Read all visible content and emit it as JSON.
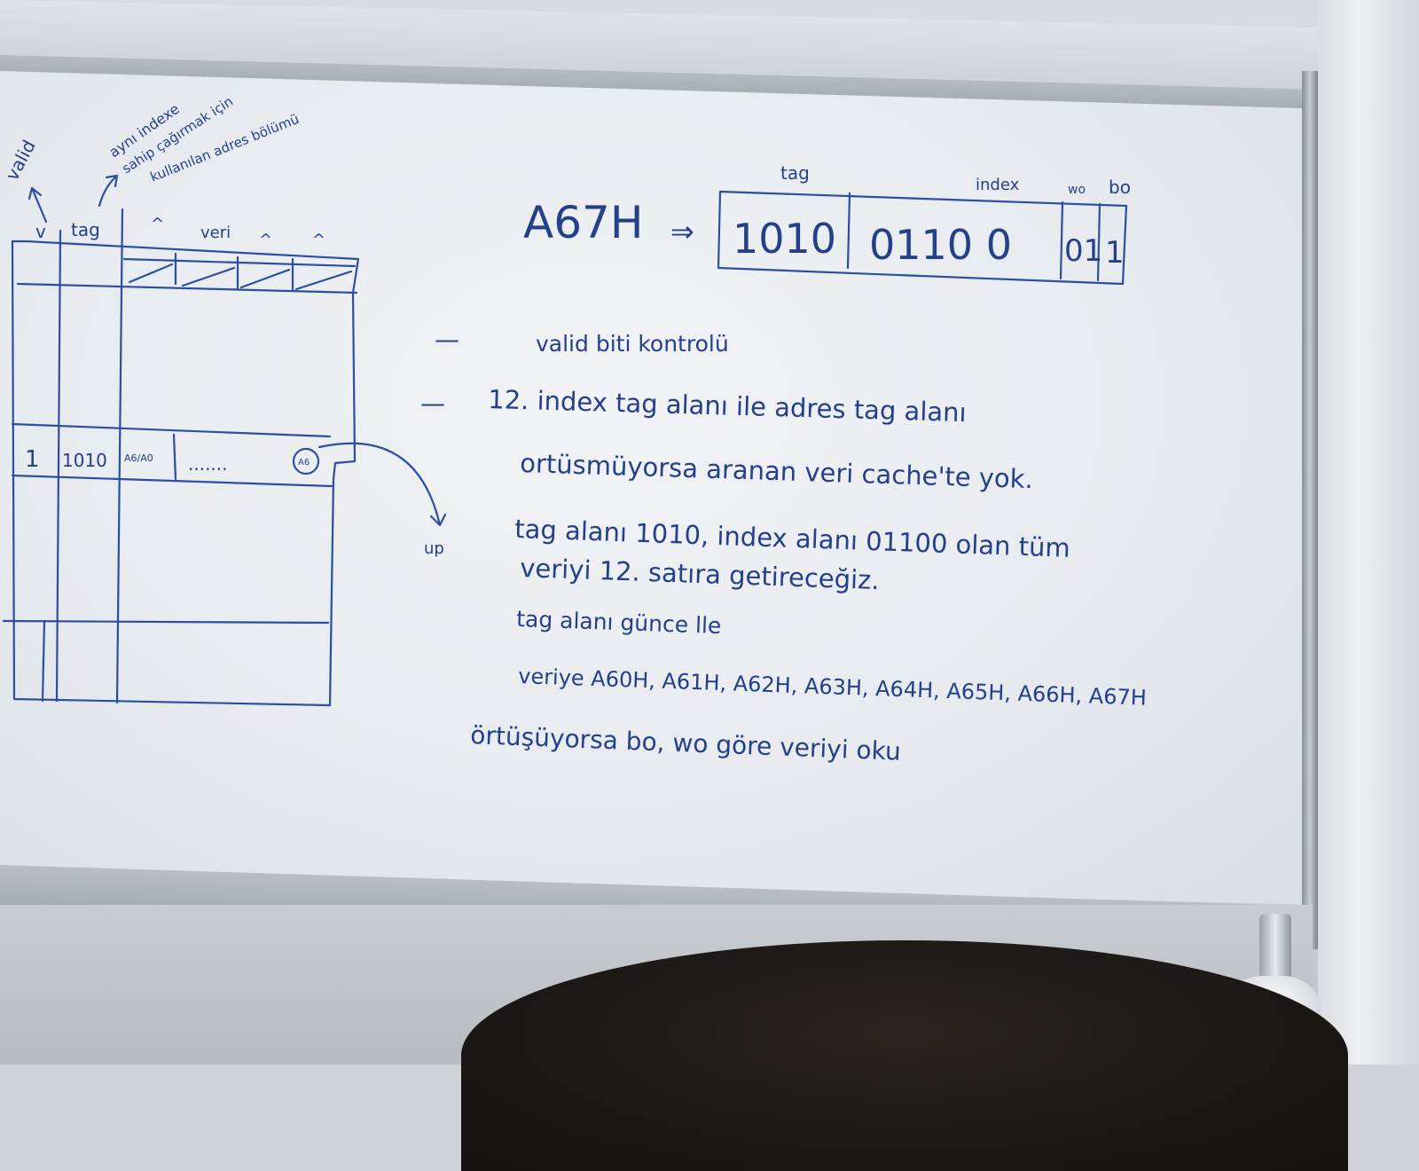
{
  "board": {
    "top_left_annotations": {
      "valid_label": "valid",
      "tag_note_line1": "aynı indexe",
      "tag_note_line2": "sahip çağırmak için",
      "tag_note_line3": "kullanılan adres bölümü"
    },
    "table": {
      "headers": [
        "v",
        "tag",
        "veri"
      ],
      "header_ticks": [
        "^",
        "^",
        "^"
      ],
      "row": {
        "valid": "1",
        "tag": "1010",
        "first_cell": "A6/A0",
        "ellipsis": ".......",
        "last_cell": "A6"
      },
      "arrow_note": "up"
    },
    "address_split": {
      "address": "A67H",
      "arrow": "⇒",
      "field_labels": {
        "tag": "tag",
        "index": "index",
        "wo": "wo",
        "bo": "bo"
      },
      "tag_bits": "1010",
      "index_bits": "0110 0",
      "wo_bits": "01",
      "bo_bits": "1"
    },
    "notes": [
      {
        "bullet": "—",
        "text": "valid biti kontrolü"
      },
      {
        "bullet": "—",
        "text": "12. index tag alanı ile adres tag alanı"
      },
      {
        "bullet": "",
        "text": "ortüsmüyorsa aranan veri cache'te yok."
      },
      {
        "bullet": "",
        "text": "tag alanı 1010, index alanı 01100 olan tüm"
      },
      {
        "bullet": "",
        "text": "veriyi 12. satıra getireceğiz."
      },
      {
        "bullet": "",
        "text": "tag alanı günce lle"
      },
      {
        "bullet": "",
        "text": "veriye A60H, A61H, A62H, A63H, A64H, A65H, A66H, A67H"
      },
      {
        "bullet": "",
        "text": "örtüşüyorsa bo, wo göre veriyi oku"
      }
    ]
  }
}
